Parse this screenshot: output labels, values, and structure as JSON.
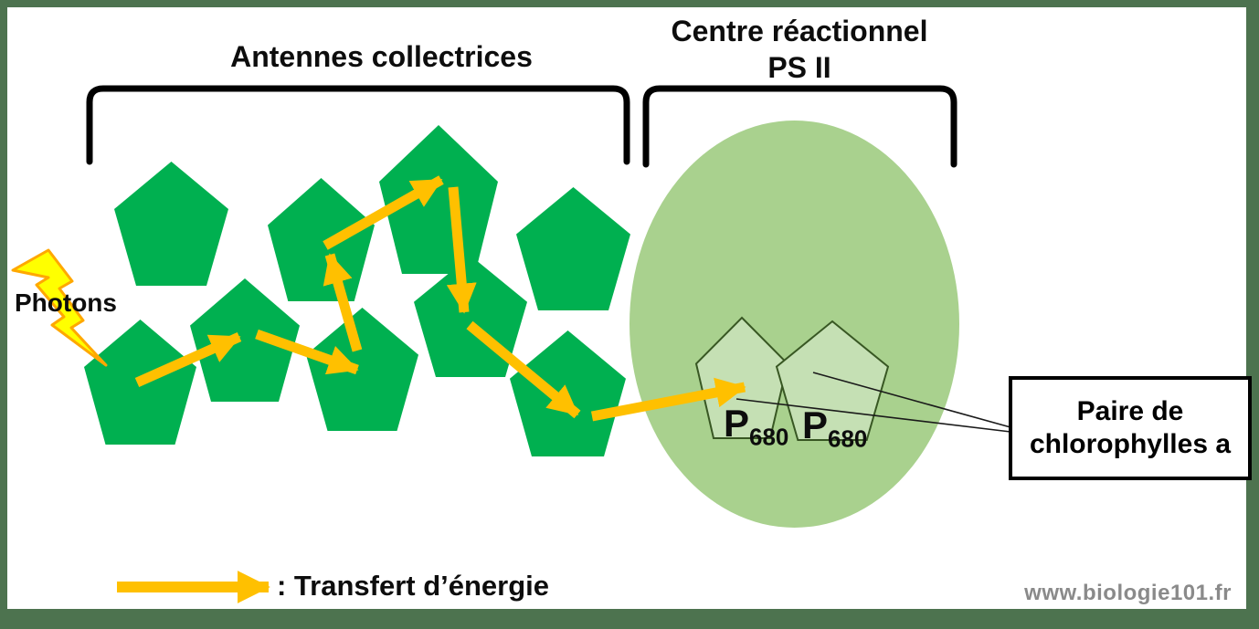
{
  "header": {
    "antennes_title": "Antennes collectrices",
    "centre_title_line1": "Centre réactionnel",
    "centre_title_line2": "PS II"
  },
  "diagram": {
    "photons_label": "Photons",
    "antenna_pentagon_count": 9,
    "reaction_center_pentagon_count": 2,
    "p680": {
      "symbol": "P",
      "subscript": "680"
    },
    "pair_callout": "Paire de chlorophylles a"
  },
  "legend": {
    "arrow_meaning": ": Transfert d’énergie"
  },
  "footer": {
    "watermark": "www.biologie101.fr"
  },
  "icons": {
    "lightning_bolt": "photon-lightning-bolt",
    "energy_arrow": "yellow-transfer-arrow"
  },
  "colors": {
    "pentagon_green": "#00B050",
    "reaction_center_fill": "#A9D18E",
    "p680_fill": "#C5E0B4",
    "p680_stroke": "#385723",
    "arrow": "#FFC000",
    "lightning_fill": "#FFFF00",
    "lightning_stroke": "#FFA800",
    "frame_border": "#4D734F",
    "watermark_gray": "#8A8A8A"
  }
}
